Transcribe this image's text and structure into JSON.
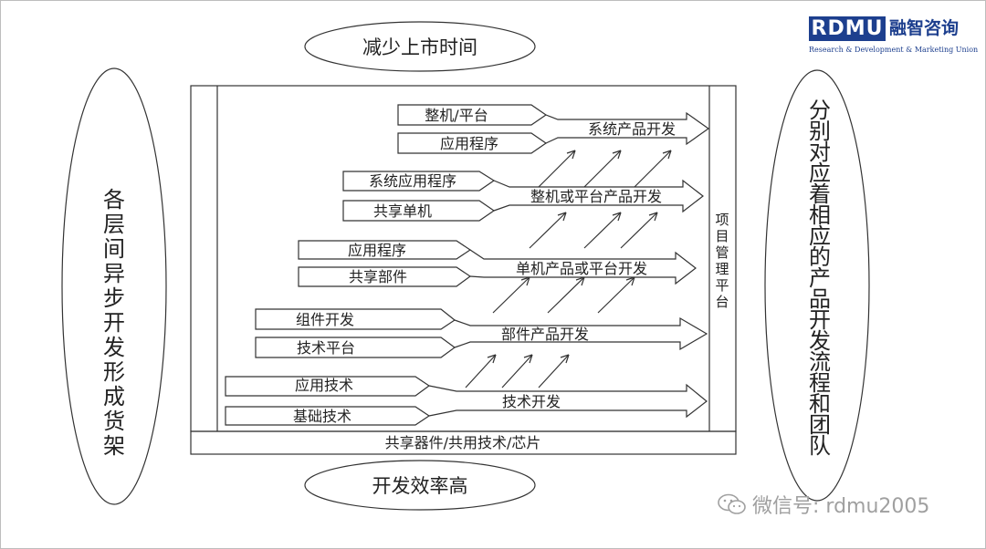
{
  "top_ellipse": "减少上市时间",
  "bottom_ellipse": "开发效率高",
  "left_ellipse": "各层间异步开发形成货架",
  "right_ellipse": "分别对应着相应的产品开发流程和团队",
  "platform_bar": "项目管理平台",
  "base_bar": "共享器件/共用技术/芯片",
  "rows": [
    {
      "in1": "整机/平台",
      "in2": "应用程序",
      "out": "系统产品开发"
    },
    {
      "in1": "系统应用程序",
      "in2": "共享单机",
      "out": "整机或平台产品开发"
    },
    {
      "in1": "应用程序",
      "in2": "共享部件",
      "out": "单机产品或平台开发"
    },
    {
      "in1": "组件开发",
      "in2": "技术平台",
      "out": "部件产品开发"
    },
    {
      "in1": "应用技术",
      "in2": "基础技术",
      "out": "技术开发"
    }
  ],
  "logo": {
    "abbr": "RDMU",
    "cn": "融智咨询",
    "en": "Research & Development & Marketing Union"
  },
  "watermark": "微信号: rdmu2005",
  "colors": {
    "stroke": "#333333",
    "brand": "#1d3f8e",
    "watermark": "#a0a0a0"
  }
}
